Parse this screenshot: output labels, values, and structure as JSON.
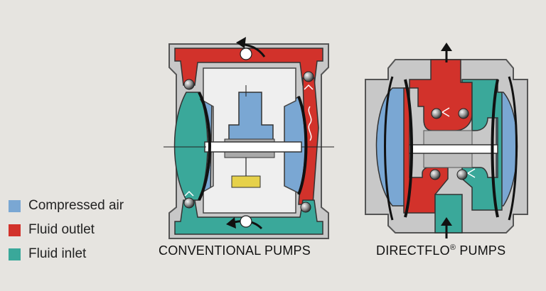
{
  "colors": {
    "air": "#7aa7d3",
    "fluid_outlet": "#d2322b",
    "fluid_inlet": "#3aa89a",
    "housing": "#c8c8c8",
    "housing_dark": "#a9a9a9",
    "yellow_block": "#e6d14a",
    "background": "#e6e4e0"
  },
  "legend": {
    "items": [
      {
        "label": "Compressed air",
        "color_key": "air"
      },
      {
        "label": "Fluid outlet",
        "color_key": "fluid_outlet"
      },
      {
        "label": "Fluid inlet",
        "color_key": "fluid_inlet"
      }
    ]
  },
  "captions": {
    "conventional": "CONVENTIONAL PUMPS",
    "directflo": "DIRECTFLO",
    "directflo_mark": "®",
    "directflo_suffix": " PUMPS"
  }
}
